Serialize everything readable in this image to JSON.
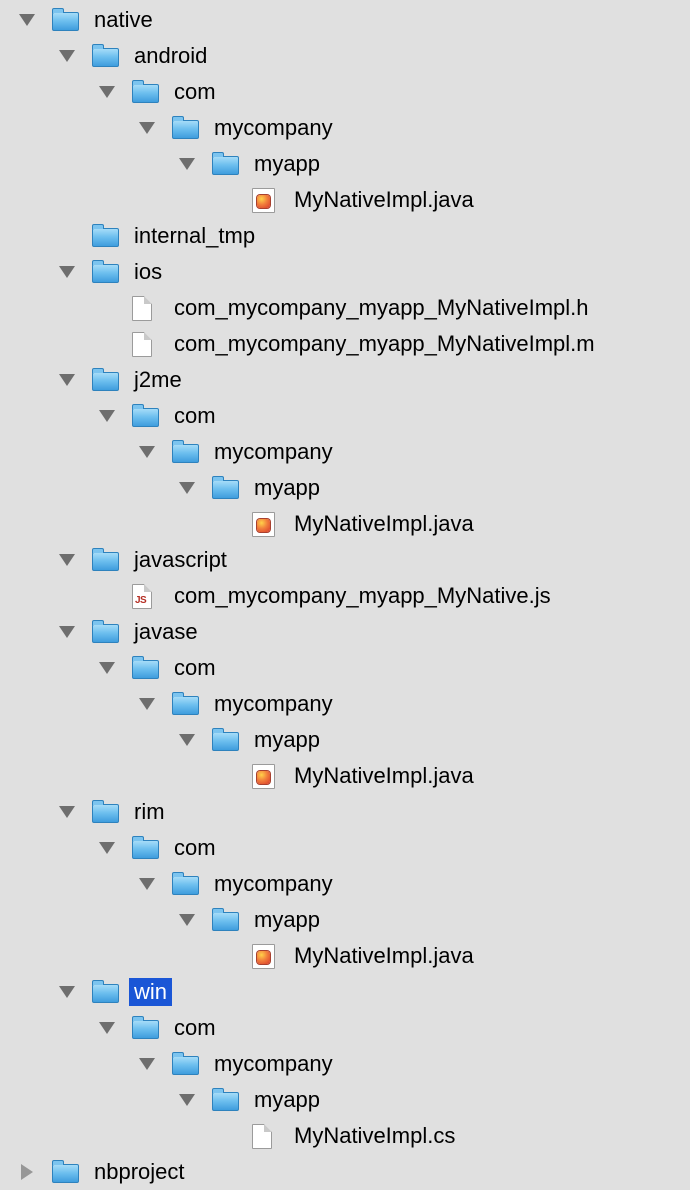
{
  "colors": {
    "background": "#e0e0e0",
    "selection_background": "#1a56d6",
    "selection_text": "#ffffff",
    "folder_blue": "#3f9ddd"
  },
  "icons": {
    "js_badge": "JS"
  },
  "tree": {
    "rows": [
      {
        "label": "native",
        "level": 0,
        "icon": "folder",
        "disclosure": "open",
        "selected": false
      },
      {
        "label": "android",
        "level": 1,
        "icon": "folder",
        "disclosure": "open",
        "selected": false
      },
      {
        "label": "com",
        "level": 2,
        "icon": "folder",
        "disclosure": "open",
        "selected": false
      },
      {
        "label": "mycompany",
        "level": 3,
        "icon": "folder",
        "disclosure": "open",
        "selected": false
      },
      {
        "label": "myapp",
        "level": 4,
        "icon": "folder",
        "disclosure": "open",
        "selected": false
      },
      {
        "label": "MyNativeImpl.java",
        "level": 5,
        "icon": "java",
        "disclosure": "none",
        "selected": false
      },
      {
        "label": "internal_tmp",
        "level": 1,
        "icon": "folder",
        "disclosure": "none",
        "selected": false
      },
      {
        "label": "ios",
        "level": 1,
        "icon": "folder",
        "disclosure": "open",
        "selected": false
      },
      {
        "label": "com_mycompany_myapp_MyNativeImpl.h",
        "level": 2,
        "icon": "doc",
        "disclosure": "none",
        "selected": false
      },
      {
        "label": "com_mycompany_myapp_MyNativeImpl.m",
        "level": 2,
        "icon": "doc",
        "disclosure": "none",
        "selected": false
      },
      {
        "label": "j2me",
        "level": 1,
        "icon": "folder",
        "disclosure": "open",
        "selected": false
      },
      {
        "label": "com",
        "level": 2,
        "icon": "folder",
        "disclosure": "open",
        "selected": false
      },
      {
        "label": "mycompany",
        "level": 3,
        "icon": "folder",
        "disclosure": "open",
        "selected": false
      },
      {
        "label": "myapp",
        "level": 4,
        "icon": "folder",
        "disclosure": "open",
        "selected": false
      },
      {
        "label": "MyNativeImpl.java",
        "level": 5,
        "icon": "java",
        "disclosure": "none",
        "selected": false
      },
      {
        "label": "javascript",
        "level": 1,
        "icon": "folder",
        "disclosure": "open",
        "selected": false
      },
      {
        "label": "com_mycompany_myapp_MyNative.js",
        "level": 2,
        "icon": "js",
        "disclosure": "none",
        "selected": false
      },
      {
        "label": "javase",
        "level": 1,
        "icon": "folder",
        "disclosure": "open",
        "selected": false
      },
      {
        "label": "com",
        "level": 2,
        "icon": "folder",
        "disclosure": "open",
        "selected": false
      },
      {
        "label": "mycompany",
        "level": 3,
        "icon": "folder",
        "disclosure": "open",
        "selected": false
      },
      {
        "label": "myapp",
        "level": 4,
        "icon": "folder",
        "disclosure": "open",
        "selected": false
      },
      {
        "label": "MyNativeImpl.java",
        "level": 5,
        "icon": "java",
        "disclosure": "none",
        "selected": false
      },
      {
        "label": "rim",
        "level": 1,
        "icon": "folder",
        "disclosure": "open",
        "selected": false
      },
      {
        "label": "com",
        "level": 2,
        "icon": "folder",
        "disclosure": "open",
        "selected": false
      },
      {
        "label": "mycompany",
        "level": 3,
        "icon": "folder",
        "disclosure": "open",
        "selected": false
      },
      {
        "label": "myapp",
        "level": 4,
        "icon": "folder",
        "disclosure": "open",
        "selected": false
      },
      {
        "label": "MyNativeImpl.java",
        "level": 5,
        "icon": "java",
        "disclosure": "none",
        "selected": false
      },
      {
        "label": "win",
        "level": 1,
        "icon": "folder",
        "disclosure": "open",
        "selected": true
      },
      {
        "label": "com",
        "level": 2,
        "icon": "folder",
        "disclosure": "open",
        "selected": false
      },
      {
        "label": "mycompany",
        "level": 3,
        "icon": "folder",
        "disclosure": "open",
        "selected": false
      },
      {
        "label": "myapp",
        "level": 4,
        "icon": "folder",
        "disclosure": "open",
        "selected": false
      },
      {
        "label": "MyNativeImpl.cs",
        "level": 5,
        "icon": "doc",
        "disclosure": "none",
        "selected": false
      },
      {
        "label": "nbproject",
        "level": 0,
        "icon": "folder",
        "disclosure": "closed",
        "selected": false
      }
    ]
  }
}
